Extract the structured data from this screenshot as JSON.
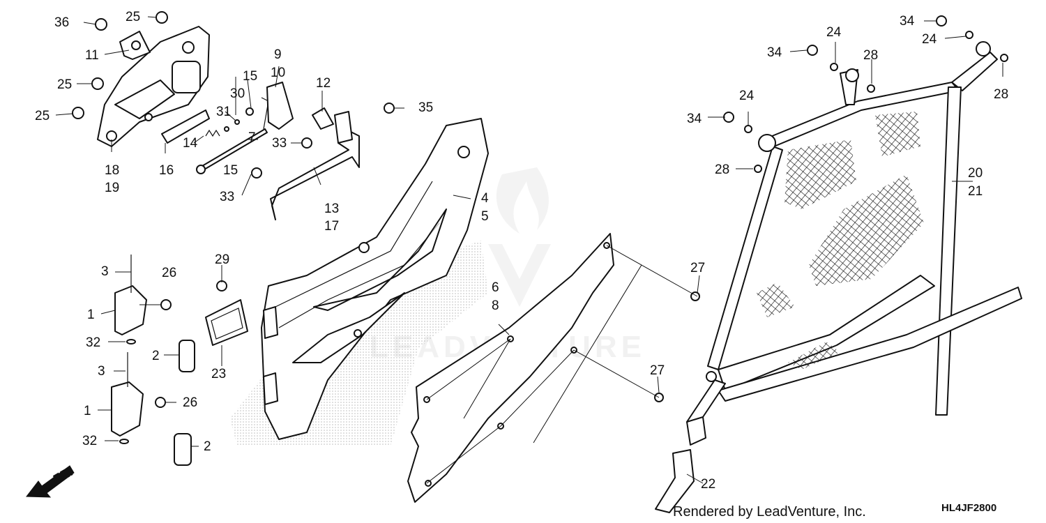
{
  "diagram": {
    "callouts": [
      "36",
      "25",
      "11",
      "25",
      "25",
      "18",
      "19",
      "16",
      "14",
      "15",
      "30",
      "31",
      "15",
      "9",
      "10",
      "7",
      "12",
      "33",
      "33",
      "35",
      "13",
      "17",
      "4",
      "5",
      "3",
      "26",
      "1",
      "32",
      "2",
      "3",
      "26",
      "1",
      "32",
      "2",
      "29",
      "23",
      "6",
      "8",
      "27",
      "27",
      "34",
      "24",
      "28",
      "34",
      "24",
      "28",
      "24",
      "34",
      "28",
      "20",
      "21",
      "22"
    ],
    "fr_label": "FR.",
    "watermark": "LEADVENTURE",
    "footer": "Rendered by LeadVenture, Inc.",
    "diagram_code": "HL4JF2800"
  }
}
